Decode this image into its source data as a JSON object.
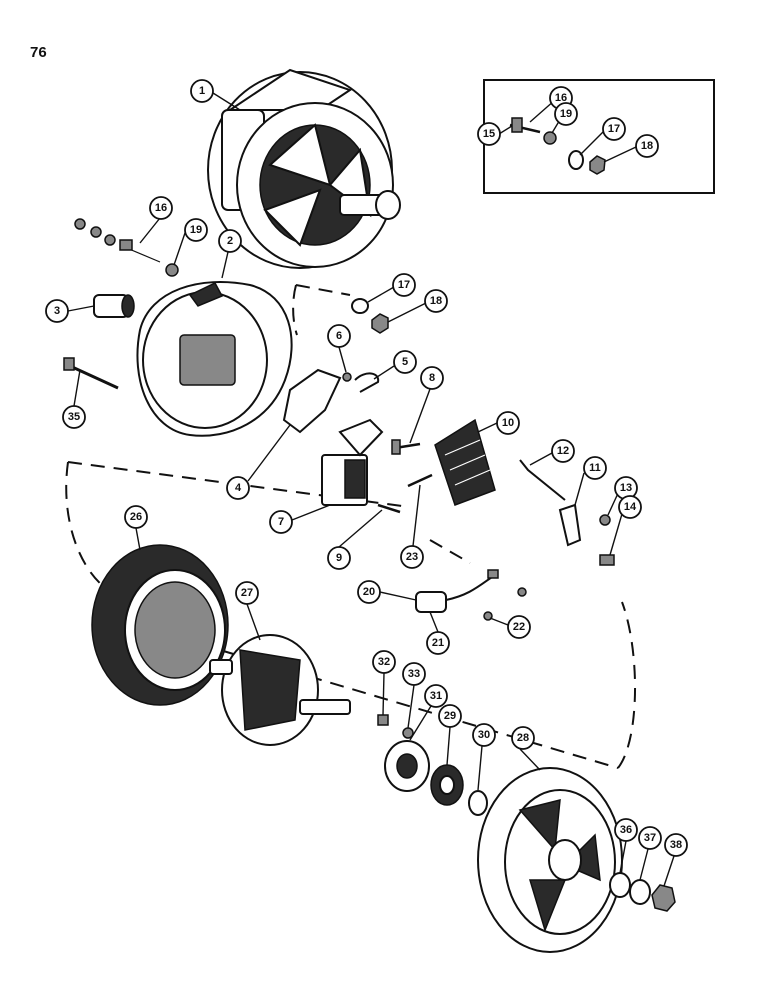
{
  "page": {
    "number": "76"
  },
  "inset": {
    "label": "15",
    "items": [
      "16",
      "19",
      "17",
      "18"
    ]
  },
  "callouts": [
    "1",
    "2",
    "3",
    "4",
    "5",
    "6",
    "7",
    "8",
    "9",
    "10",
    "11",
    "12",
    "13",
    "14",
    "15",
    "16",
    "16",
    "17",
    "17",
    "18",
    "18",
    "19",
    "19",
    "20",
    "21",
    "22",
    "23",
    "26",
    "27",
    "28",
    "29",
    "30",
    "31",
    "32",
    "33",
    "35",
    "36",
    "37",
    "38"
  ]
}
